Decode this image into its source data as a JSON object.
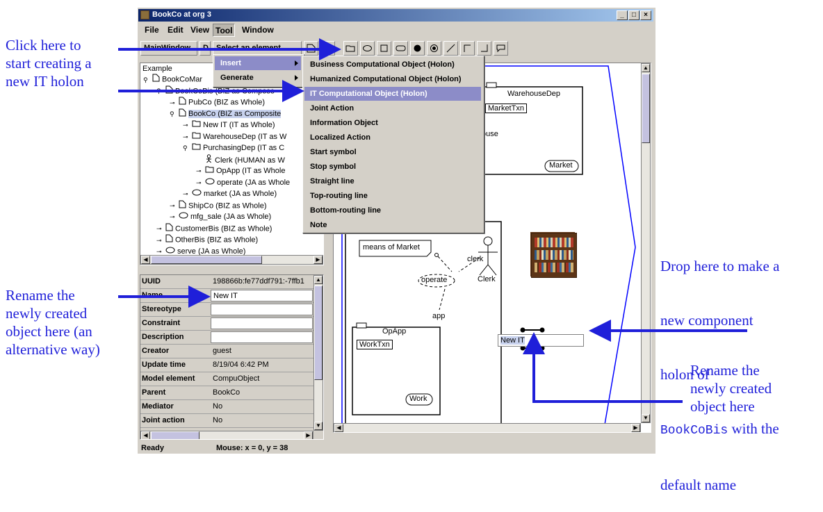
{
  "window": {
    "title": "BookCo at org 3",
    "controls": [
      "_",
      "□",
      "×"
    ]
  },
  "menubar": [
    "File",
    "Edit",
    "View",
    "Tool",
    "Window"
  ],
  "toolbar": {
    "text_buttons": [
      "MainWindow",
      "D",
      "Select an element"
    ]
  },
  "tool_menu": [
    {
      "label": "Insert",
      "has_submenu": true
    },
    {
      "label": "Generate",
      "has_submenu": true
    }
  ],
  "insert_menu": [
    "Business Computational Object (Holon)",
    "Humanized Computational Object (Holon)",
    "IT Computational Object (Holon)",
    "Joint Action",
    "Information Object",
    "Localized Action",
    "Start symbol",
    "Stop symbol",
    "Straight line",
    "Top-routing line",
    "Bottom-routing line",
    "Note"
  ],
  "insert_menu_highlighted": "IT Computational Object (Holon)",
  "tree": {
    "root": "Example",
    "rows": [
      {
        "label": "BookCoMar",
        "depth": 0,
        "icon": "doc-icon",
        "handle": "open"
      },
      {
        "label": "BookCoBis (BIZ as Compose",
        "depth": 1,
        "icon": "doc-icon",
        "handle": "open"
      },
      {
        "label": "PubCo (BIZ as Whole)",
        "depth": 2,
        "icon": "doc-icon",
        "handle": "closed"
      },
      {
        "label": "BookCo (BIZ as Composite",
        "depth": 2,
        "icon": "doc-icon",
        "handle": "open",
        "selected": true
      },
      {
        "label": "New IT (IT as Whole)",
        "depth": 3,
        "icon": "folder-icon",
        "handle": "closed"
      },
      {
        "label": "WarehouseDep (IT as W",
        "depth": 3,
        "icon": "folder-icon",
        "handle": "closed"
      },
      {
        "label": "PurchasingDep (IT as C",
        "depth": 3,
        "icon": "folder-icon",
        "handle": "open"
      },
      {
        "label": "Clerk (HUMAN as W",
        "depth": 4,
        "icon": "person-icon",
        "handle": "none"
      },
      {
        "label": "OpApp (IT as Whole",
        "depth": 4,
        "icon": "folder-icon",
        "handle": "closed"
      },
      {
        "label": "operate (JA as Whole",
        "depth": 4,
        "icon": "ellipse-icon",
        "handle": "closed"
      },
      {
        "label": "market (JA as Whole)",
        "depth": 3,
        "icon": "ellipse-icon",
        "handle": "closed"
      },
      {
        "label": "ShipCo (BIZ as Whole)",
        "depth": 2,
        "icon": "doc-icon",
        "handle": "closed"
      },
      {
        "label": "mfg_sale (JA as Whole)",
        "depth": 2,
        "icon": "ellipse-icon",
        "handle": "closed"
      },
      {
        "label": "CustomerBis (BIZ as Whole)",
        "depth": 1,
        "icon": "doc-icon",
        "handle": "closed"
      },
      {
        "label": "OtherBis (BIZ as Whole)",
        "depth": 1,
        "icon": "doc-icon",
        "handle": "closed"
      },
      {
        "label": "serve (JA as Whole)",
        "depth": 1,
        "icon": "ellipse-icon",
        "handle": "closed"
      }
    ]
  },
  "properties": [
    {
      "key": "UUID",
      "value": "198866b:fe77ddf791:-7ffb1",
      "editable": false
    },
    {
      "key": "Name",
      "value": "New IT",
      "editable": true
    },
    {
      "key": "Stereotype",
      "value": "",
      "editable": true
    },
    {
      "key": "Constraint",
      "value": "",
      "editable": true
    },
    {
      "key": "Description",
      "value": "",
      "editable": true
    },
    {
      "key": "Creator",
      "value": "guest",
      "editable": false
    },
    {
      "key": "Update time",
      "value": "8/19/04 6:42 PM",
      "editable": false
    },
    {
      "key": "Model element",
      "value": "CompuObject",
      "editable": false
    },
    {
      "key": "Parent",
      "value": "BookCo",
      "editable": false
    },
    {
      "key": "Mediator",
      "value": "No",
      "editable": false
    },
    {
      "key": "Joint action",
      "value": "No",
      "editable": false
    }
  ],
  "canvas": {
    "warehouse_label": "WarehouseDep",
    "market_txn": "MarketTxn",
    "ouse_fragment": "ouse",
    "market_action": "Market",
    "note_text": "means of Market",
    "clerk_role": "clerk",
    "clerk_name": "Clerk",
    "operate_label": "operate",
    "app_label": "app",
    "opapp_label": "OpApp",
    "worktxn_label": "WorkTxn",
    "work_action": "Work",
    "new_object_name": "New IT"
  },
  "statusbar": {
    "status": "Ready",
    "mouse": "Mouse: x = 0, y = 38"
  },
  "annotations": {
    "click_here": "Click here to\nstart creating a\nnew IT holon",
    "rename_alt": "Rename the\nnewly created\nobject here (an\nalternative way)",
    "drop_here_line1": "Drop here to make a",
    "drop_here_line2": "new component",
    "drop_here_line3": "holon of",
    "drop_here_code": "BookCoBis",
    "drop_here_line4_rest": " with the",
    "drop_here_line5": "default name",
    "rename_here": "Rename the\nnewly created\nobject here"
  },
  "colors": {
    "annotation_blue": "#1f1fd9",
    "titlebar_start": "#0a246a",
    "menu_highlight": "#8c8cc8",
    "canvas_frame_blue": "#0000ff"
  }
}
